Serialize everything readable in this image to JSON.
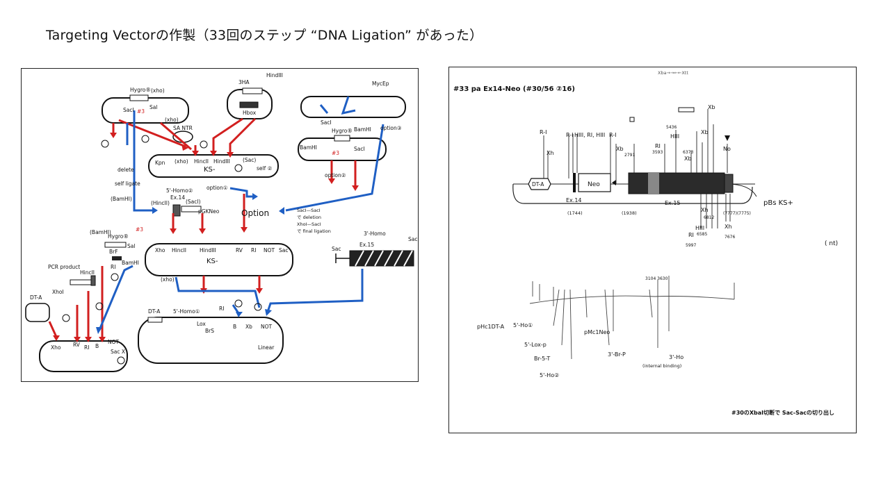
{
  "slide": {
    "title": "Targeting Vectorの作製（33回のステップ “DNA Ligation” があった）"
  },
  "left_panel": {
    "labels": {
      "hygro_top": "Hygro®",
      "xho_top": "(xho)",
      "sac1_a": "SacI",
      "sal_a": "Sal",
      "hash3_a": "#3",
      "sa_ntr": "SA NTR",
      "xho_mid": "(xho)",
      "kpn": "Kpn",
      "xho_ks": "(xho)",
      "hincII_ks": "HincII",
      "hindIII_ks": "HindIII",
      "sac_ks": "(Sac)",
      "ks_minus_top": "KS-",
      "self_2": "self ②",
      "delete_note": "delete",
      "self_ligate": "self ligate",
      "bamhi_left": "(BamHI)",
      "five_homo": "5'-Homo②",
      "ex14": "Ex.14",
      "hincII_mid": "(HincII)",
      "sacI_mid": "(SacI)",
      "pgkneo": "pGKNeo",
      "option1": "option①",
      "option_big": "Option",
      "option2": "option②",
      "option3": "option③",
      "sacI_top_right": "SacI",
      "hygro_right": "Hygro®",
      "bamhi_right": "BamHI",
      "bamhi_right2": "BamHI",
      "sacI_right": "SacI",
      "hash3_right": "#3",
      "myc_ep": "MycEp",
      "hindIII_top": "HindIII",
      "ha_label": "3HA",
      "hbox": "Hbox",
      "sacI_xho_note": "SacI—SacI",
      "deletion_note": "で deletion",
      "xhoi_saci": "XhoI—SacI",
      "final_ligation": "で final ligation",
      "hygro_lower": "Hygro®",
      "bamhi_lower": "(BamHI)",
      "sal_lower": "Sal",
      "hash3_lower": "#3",
      "brf": "BrF",
      "ri_lower": "RI",
      "bamhi_lower2": "BamHI",
      "pcr_product": "PCR product",
      "xhoi_pcr": "XhoI",
      "hincII_pcr": "HincII",
      "xho_ks2": "Xho",
      "hincII_ks2": "HincII",
      "hindIII_ks2": "HindIII",
      "rv_ks2": "RV",
      "ri_ks2": "RI",
      "not_ks2": "NOT",
      "sac_ks2": "Sac",
      "ks_minus_mid": "KS-",
      "xho_paren": "(xho)",
      "three_homo": "3'-Homo",
      "ex15": "Ex.15",
      "sac_left": "Sac",
      "sac_right": "Sac",
      "dta_top": "DT-A",
      "dta_mid": "DT-A",
      "five_homo_bot": "5'-Homo①",
      "ri_bot": "RI",
      "lox": "Lox",
      "brs": "BrS",
      "b_bot": "B",
      "xb_bot": "Xb",
      "not_bot": "NOT",
      "linear": "Linear",
      "xho_bot": "Xho",
      "rv_bot": "RV",
      "ri_bot2": "RI",
      "b_bot2": "B",
      "not_bot2": "NOT",
      "sac_x": "Sac X"
    }
  },
  "right_panel": {
    "labels": {
      "header": "#33 pa Ex14-Neo (#30/56 ②16)",
      "xba_note": "Xba→→←←Xtt",
      "r1_left": "R-I",
      "xh": "Xh",
      "r1_b": "R-I",
      "hiii_group": "HIII, RI, HIII",
      "r1_c": "R-I",
      "xb_a": "Xb",
      "xb_a_num": "2791",
      "ri_mid": "RI",
      "ri_num": "3593",
      "num_5436": "5436",
      "hiii_mid": "HIII",
      "xb_mid": "Xb",
      "num_6373": "6373",
      "xb_right": "Xb",
      "xb_top": "Xb",
      "no_right": "No",
      "dta_box": "DT-A",
      "neo_box": "Neo",
      "ex14_lbl": "Ex.14",
      "ex14_num": "(1744)",
      "num_1938": "(1938)",
      "ex15_lbl": "Ex.15",
      "xh_lower": "Xh",
      "num_6812": "6812",
      "hiii_lower": "HIII",
      "num_6585": "6585",
      "ri_lower": "RI",
      "num_5997": "5997",
      "num_7776": "(7777)(7775)",
      "xh_7676": "Xh",
      "num_7676": "7676",
      "pbs": "pBs KS+",
      "nt": "( nt)",
      "primer_num": "3104 3630",
      "p1": "pHc1DT-A",
      "p2": "5'-Ho①",
      "p3": "5'-Lox-p",
      "p4": "Br-5-T",
      "p5": "5'-Ho②",
      "p6": "pMc1Neo",
      "p7": "3'-Br-P",
      "p8": "(internal binding)",
      "p9": "3'-Ho",
      "footer": "#30のXbaI切断で Sac-Sacの切り出し"
    }
  }
}
